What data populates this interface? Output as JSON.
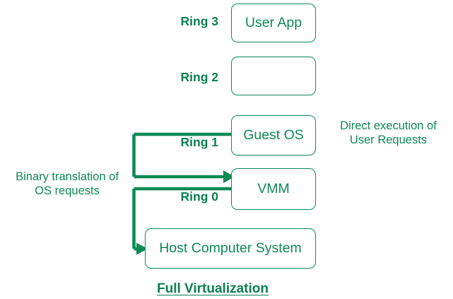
{
  "diagram": {
    "title": "Full Virtualization",
    "accent_color": "#0d8a56",
    "label_color": "#0b8050",
    "background": "#ffffff",
    "rings": [
      {
        "name": "ring-3",
        "label": "Ring 3"
      },
      {
        "name": "ring-2",
        "label": "Ring 2"
      },
      {
        "name": "ring-1",
        "label": "Ring 1"
      },
      {
        "name": "ring-0",
        "label": "Ring 0"
      }
    ],
    "boxes": [
      {
        "name": "user-app",
        "label": "User App",
        "ring": "Ring 3"
      },
      {
        "name": "ring2-empty",
        "label": "",
        "ring": "Ring 2"
      },
      {
        "name": "guest-os",
        "label": "Guest OS",
        "ring": "Ring 1"
      },
      {
        "name": "vmm",
        "label": "VMM",
        "ring": "Ring 0"
      },
      {
        "name": "host-computer-system",
        "label": "Host Computer System",
        "ring": ""
      }
    ],
    "annotations": {
      "left": "Binary translation of\nOS requests",
      "right": "Direct execution of\nUser Requests"
    },
    "connectors": [
      {
        "name": "guest-os-to-vmm",
        "from": "Guest OS",
        "to": "VMM",
        "arrow": true
      },
      {
        "name": "vmm-to-host",
        "from": "VMM",
        "to": "Host Computer System",
        "arrow": true
      }
    ]
  }
}
